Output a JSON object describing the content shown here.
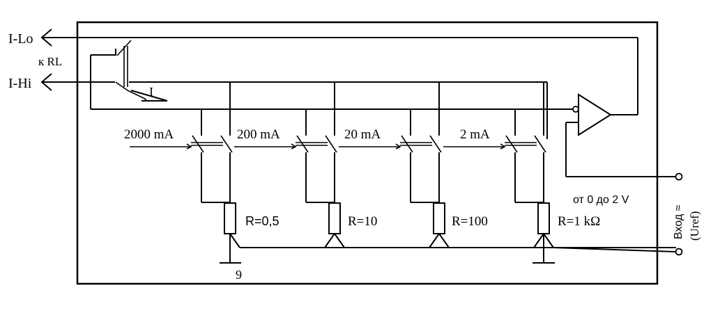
{
  "terminals": {
    "i_lo": "I-Lo",
    "rl": "к RL",
    "i_hi": "I-Hi",
    "current": "I"
  },
  "ranges": [
    {
      "label": "2000 mA",
      "resistor": "R=0,5"
    },
    {
      "label": "200 mA",
      "resistor": "R=10"
    },
    {
      "label": "20 mA",
      "resistor": "R=100"
    },
    {
      "label": "2 mA",
      "resistor": "R=1 kΩ"
    }
  ],
  "voltage_range": "от 0 до 2 V",
  "input_label": "Вход ≈",
  "input_ref": "(Uref)",
  "pin_number": "9"
}
